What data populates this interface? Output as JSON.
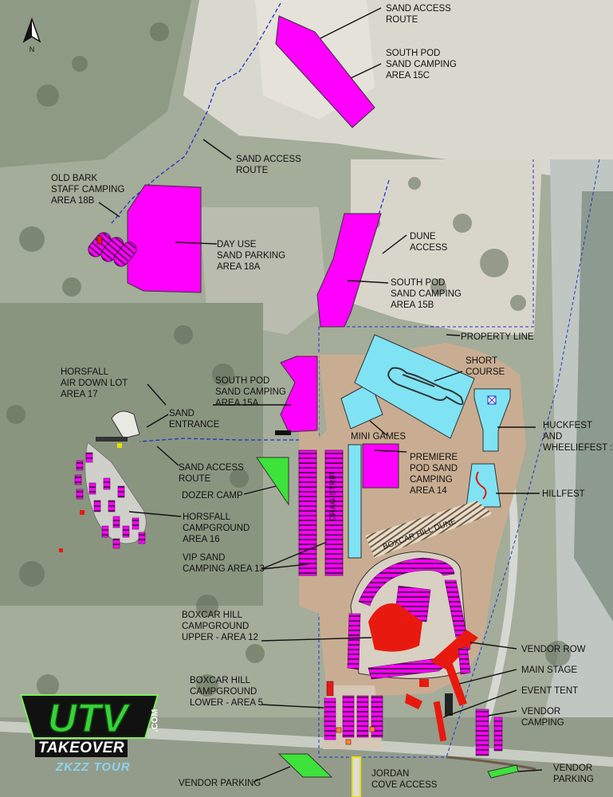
{
  "map": {
    "compass": "N",
    "labels": {
      "sand_access_route_top": [
        "SAND ACCESS",
        "ROUTE"
      ],
      "south_pod_15c": [
        "SOUTH POD",
        "SAND CAMPING",
        "AREA 15C"
      ],
      "sand_access_route_mid": [
        "SAND ACCESS",
        "ROUTE"
      ],
      "old_bark": [
        "OLD BARK",
        "STAFF CAMPING",
        "AREA 18B"
      ],
      "day_use": [
        "DAY USE",
        "SAND PARKING",
        "AREA 18A"
      ],
      "dune_access": [
        "DUNE",
        "ACCESS"
      ],
      "south_pod_15b": [
        "SOUTH POD",
        "SAND CAMPING",
        "AREA 15B"
      ],
      "property_line": "PROPERTY LINE",
      "short_course": [
        "SHORT",
        "COURSE"
      ],
      "horsfall_air": [
        "HORSFALL",
        "AIR DOWN LOT",
        "AREA 17"
      ],
      "south_pod_15a": [
        "SOUTH POD",
        "SAND CAMPING",
        "AREA 15A"
      ],
      "sand_entrance": [
        "SAND",
        "ENTRANCE"
      ],
      "mini_games": "MINI GAMES",
      "huckfest": [
        "HUCKFEST",
        "AND",
        "WHEELIEFEST :T"
      ],
      "sand_access_route_low": [
        "SAND ACCESS",
        "ROUTE"
      ],
      "premiere_pod": [
        "PREMIERE",
        "POD SAND",
        "CAMPING",
        "AREA 14"
      ],
      "dozer_camp": "DOZER CAMP",
      "hillfest": "HILLFEST",
      "horsfall_campground": [
        "HORSFALL",
        "CAMPGROUND",
        "AREA 16"
      ],
      "vip_sand": [
        "VIP SAND",
        "CAMPING AREA 13"
      ],
      "drag_strip": "DRAG STRIP",
      "boxcar_hill_dune": "BOXCAR HILL DUNE",
      "boxcar_upper": [
        "BOXCAR HILL",
        "CAMPGROUND",
        "UPPER - AREA 12"
      ],
      "vendor_row": "VENDOR ROW",
      "main_stage": "MAIN STAGE",
      "event_tent": "EVENT TENT",
      "vendor_camping": [
        "VENDOR",
        "CAMPING"
      ],
      "boxcar_lower": [
        "BOXCAR HILL",
        "CAMPGROUND",
        "LOWER - AREA 5"
      ],
      "vendor_parking_left": "VENDOR PARKING",
      "jordan_cove": [
        "JORDAN",
        "COVE ACCESS"
      ],
      "vendor_parking_right": [
        "VENDOR",
        "PARKING"
      ]
    }
  },
  "logo": {
    "brand": "UTV",
    "subtitle": "TAKEOVER",
    "domain": ".COM",
    "tour": "ZKZZ TOUR"
  },
  "colors": {
    "camping_magenta": "#ff00ff",
    "event_cyan": "#7fe3f4",
    "dozer_green": "#3de23a",
    "venue_tan": "#c9ad92",
    "stage_red": "#e8190f",
    "route_blue": "#2233cc"
  }
}
